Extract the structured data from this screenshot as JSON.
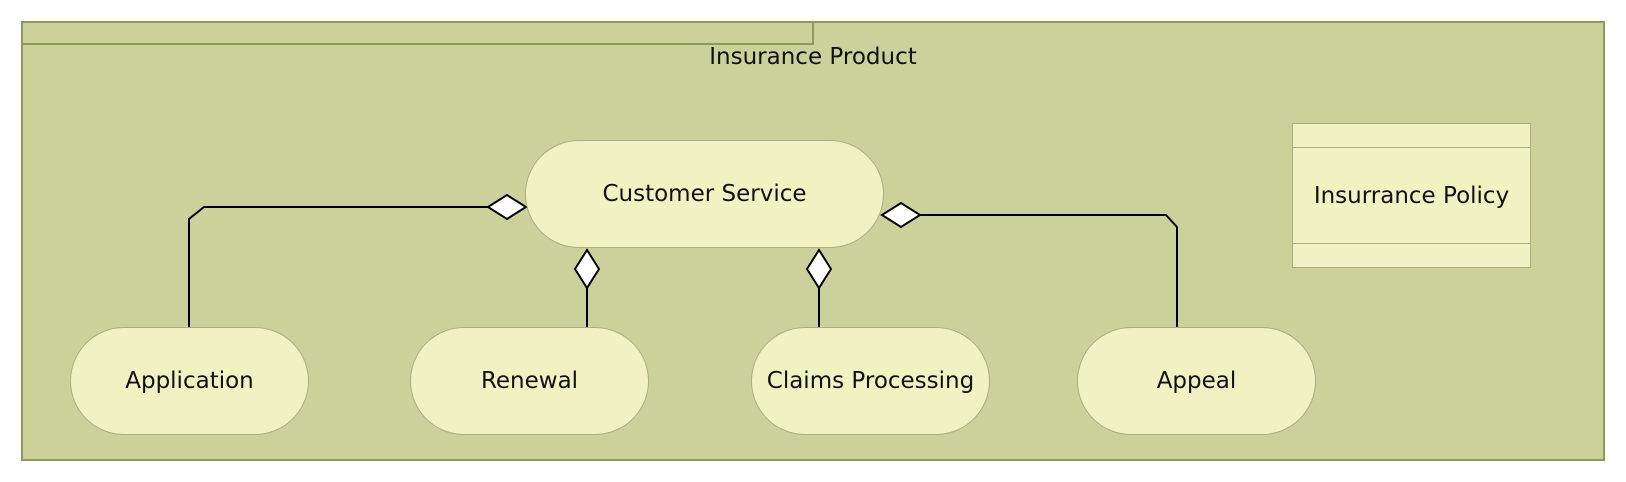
{
  "colors": {
    "product_fill": "#ccd19b",
    "product_border": "#8c9a58",
    "node_fill": "#f1f2c1",
    "node_border": "#a9ad82",
    "line": "#000000"
  },
  "product": {
    "title": "Insurance Product"
  },
  "hub": {
    "label": "Customer Service"
  },
  "services": [
    {
      "label": "Application"
    },
    {
      "label": "Renewal"
    },
    {
      "label": "Claims Processing"
    },
    {
      "label": "Appeal"
    }
  ],
  "object": {
    "label": "Insurrance Policy"
  }
}
